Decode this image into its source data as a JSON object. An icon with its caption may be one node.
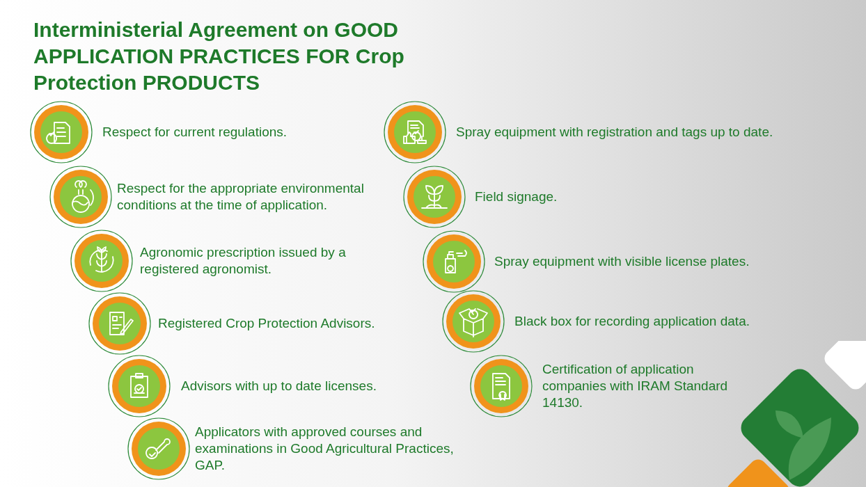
{
  "diagram": {
    "title": "Interministerial Agreement on **GOOD APPLICATION PRACTICES FOR** Crop Protection **PRODUCTS**",
    "labels": [
      "Respect for current regulations.",
      "Respect for the appropriate environmental conditions at the time of application.",
      "Agronomic prescription issued by a registered agronomist.",
      "Registered Crop Protection Advisors.",
      "Advisors with up to date licenses.",
      "Applicators with approved courses and examinations in Good Agricultural Practices, GAP.",
      "Spray equipment with registration and tags up to date.",
      "Field signage.",
      "Spray equipment with visible license plates.",
      "Black box for recording application data.",
      "Certification of application companies with IRAM Standard 14130."
    ]
  }
}
